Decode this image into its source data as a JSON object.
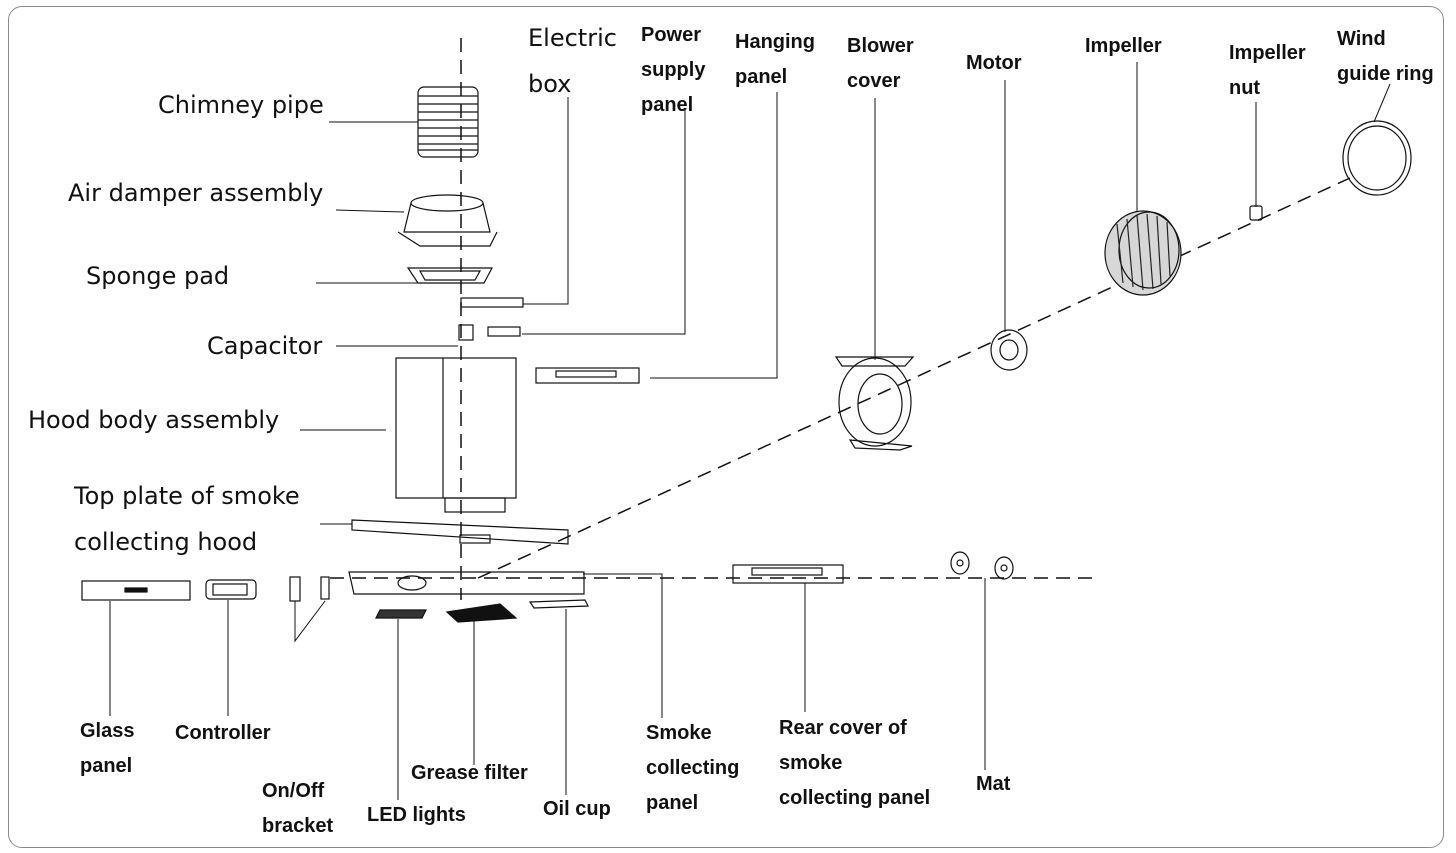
{
  "labels": {
    "chimney_pipe": "Chimney pipe",
    "air_damper_assembly": "Air damper assembly",
    "sponge_pad": "Sponge pad",
    "capacitor": "Capacitor",
    "hood_body_assembly": "Hood body assembly",
    "top_plate": "Top plate of smoke\ncollecting hood",
    "electric_box": "Electric\nbox",
    "power_supply_panel": "Power\nsupply\npanel",
    "hanging_panel": "Hanging\npanel",
    "blower_cover": "Blower\ncover",
    "motor": "Motor",
    "impeller": "Impeller",
    "impeller_nut": "Impeller\nnut",
    "wind_guide_ring": "Wind\nguide ring",
    "glass_panel": "Glass\npanel",
    "controller": "Controller",
    "on_off_bracket": "On/Off\nbracket",
    "led_lights": "LED lights",
    "grease_filter": "Grease filter",
    "oil_cup": "Oil cup",
    "smoke_collecting_panel": "Smoke\ncollecting\npanel",
    "rear_cover": "Rear cover of\nsmoke\ncollecting panel",
    "mat": "Mat"
  },
  "colors": {
    "ink": "#111111",
    "frame": "#8a8a8a"
  }
}
